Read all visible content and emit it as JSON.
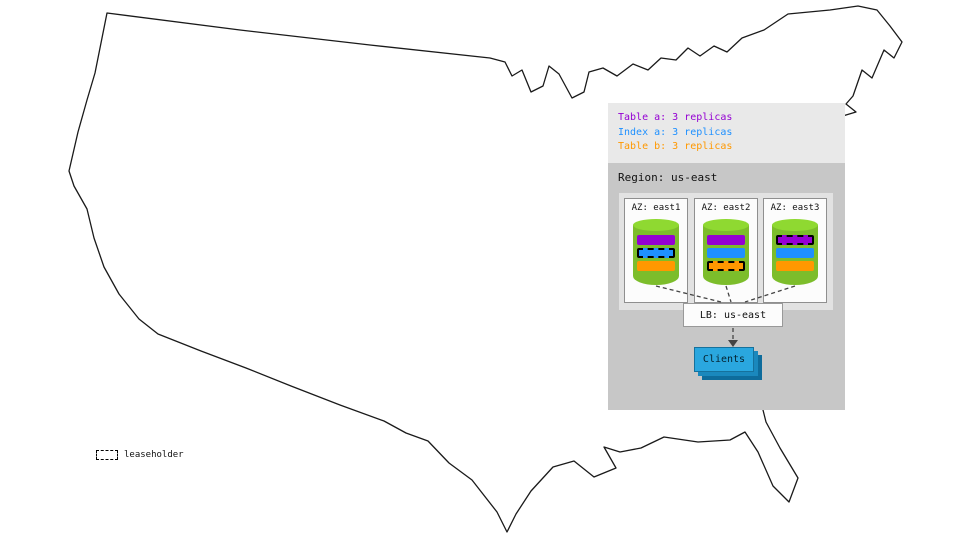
{
  "colors": {
    "table_a": "#9400d3",
    "index_a": "#1e90ff",
    "table_b": "#ff9800",
    "cylinder": "#7cbd2b",
    "clients": "#2aa7df"
  },
  "legend": {
    "items": [
      {
        "label": "Table a: 3 replicas",
        "color": "#9400d3"
      },
      {
        "label": "Index a: 3 replicas",
        "color": "#1e90ff"
      },
      {
        "label": "Table b: 3 replicas",
        "color": "#ff9800"
      }
    ]
  },
  "region": {
    "title": "Region: us-east",
    "azs": [
      {
        "label": "AZ: east1",
        "replicas": [
          {
            "name": "table-a",
            "color": "#9400d3",
            "leaseholder": false
          },
          {
            "name": "index-a",
            "color": "#1e90ff",
            "leaseholder": true
          },
          {
            "name": "table-b",
            "color": "#ff9800",
            "leaseholder": false
          }
        ]
      },
      {
        "label": "AZ: east2",
        "replicas": [
          {
            "name": "table-a",
            "color": "#9400d3",
            "leaseholder": false
          },
          {
            "name": "index-a",
            "color": "#1e90ff",
            "leaseholder": false
          },
          {
            "name": "table-b",
            "color": "#ff9800",
            "leaseholder": true
          }
        ]
      },
      {
        "label": "AZ: east3",
        "replicas": [
          {
            "name": "table-a",
            "color": "#9400d3",
            "leaseholder": true
          },
          {
            "name": "index-a",
            "color": "#1e90ff",
            "leaseholder": false
          },
          {
            "name": "table-b",
            "color": "#ff9800",
            "leaseholder": false
          }
        ]
      }
    ],
    "load_balancer": {
      "label": "LB: us-east"
    },
    "clients": {
      "label": "Clients"
    }
  },
  "map_legend": {
    "leaseholder_label": "leaseholder"
  }
}
